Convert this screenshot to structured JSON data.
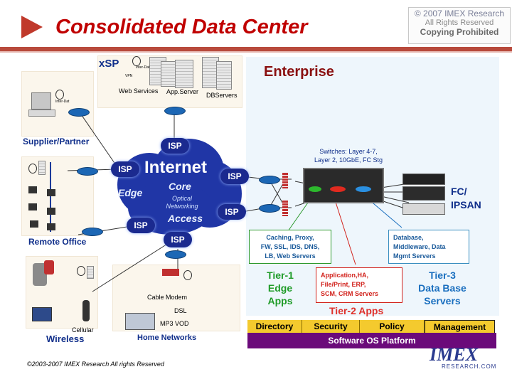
{
  "header": {
    "title": "Consolidated Data Center",
    "copyright_lines": [
      "© 2007 IMEX Research",
      "All Rights Reserved",
      "Copying Prohibited"
    ]
  },
  "xsp": {
    "label": "xSP",
    "web_services": "Web Services",
    "app_server": "App.Server",
    "db_servers": "DBServers",
    "internet_tag": "Inter-Dat",
    "vpn_tag": "VPN"
  },
  "supplier": {
    "label": "Supplier/Partner",
    "tag": "Inter-Dat"
  },
  "remote": {
    "label": "Remote Office"
  },
  "wireless": {
    "label": "Wireless",
    "cellular": "Cellular"
  },
  "home": {
    "label": "Home Networks",
    "cable": "Cable Modem",
    "dsl": "DSL",
    "mp3": "MP3  VOD"
  },
  "cloud": {
    "internet": "Internet",
    "edge": "Edge",
    "core": "Core",
    "optical": "Optical\nNetworking",
    "access": "Access",
    "isp": "ISP"
  },
  "enterprise": {
    "label": "Enterprise",
    "switches": "Switches: Layer 4-7,\nLayer 2, 10GbE,  FC Stg",
    "fc_ipsan": "FC/\nIPSAN"
  },
  "tiers": {
    "tier1_box": "Caching, Proxy,\nFW, SSL, IDS, DNS,\nLB, Web Servers",
    "tier1_label": "Tier-1\nEdge\nApps",
    "tier2_box": "Application,HA,\nFile/Print, ERP,\nSCM, CRM Servers",
    "tier2_label": "Tier-2 Apps",
    "tier3_box": "Database,\nMiddleware, Data\nMgmt Servers",
    "tier3_label": "Tier-3\nData Base\nServers"
  },
  "management_bar": [
    "Directory",
    "Security",
    "Policy",
    "Management"
  ],
  "platform": "Software OS Platform",
  "footer": "©2003-2007  IMEX Research All rights Reserved",
  "logo": {
    "name": "IMEX",
    "sub": "RESEARCH.COM"
  },
  "colors": {
    "title_red": "#c00000",
    "rule": "#b84a3c",
    "cloud_blue": "#2036a6",
    "tier1_green": "#2e9a2e",
    "tier2_red": "#d2221c",
    "tier3_blue": "#1a6fbf",
    "bar_yellow": "#f4ca2e",
    "platform_purple": "#6b0a7a"
  }
}
